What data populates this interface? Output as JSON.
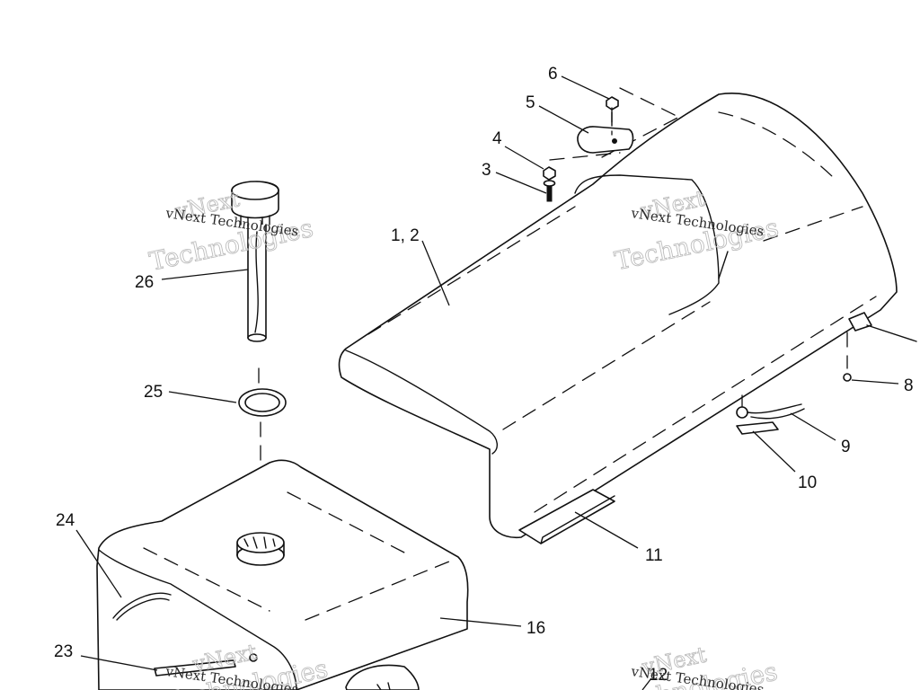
{
  "callouts": {
    "c1_2": "1, 2",
    "c3": "3",
    "c4": "4",
    "c5": "5",
    "c6": "6",
    "c8": "8",
    "c9": "9",
    "c10": "10",
    "c11": "11",
    "c12": "12",
    "c16": "16",
    "c23": "23",
    "c24": "24",
    "c25": "25",
    "c26": "26"
  },
  "watermark": {
    "brand": "vNext",
    "company": "Technologies",
    "full": "vNext Technologies"
  },
  "colors": {
    "line": "#111111",
    "watermark": "#bdbdbd",
    "background": "#ffffff"
  }
}
